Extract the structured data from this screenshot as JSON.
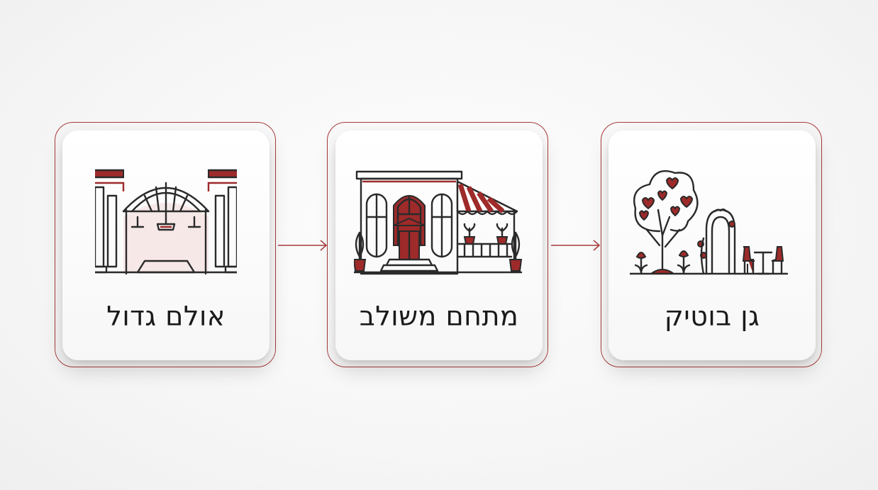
{
  "cards": [
    {
      "label": "אולם גדול",
      "icon": "banquet-hall-icon"
    },
    {
      "label": "מתחם משולב",
      "icon": "combined-venue-icon"
    },
    {
      "label": "גן בוטיק",
      "icon": "boutique-garden-icon"
    }
  ],
  "colors": {
    "accent": "#9e2a2a",
    "line": "#2a2a2a",
    "card": "#ffffff"
  }
}
